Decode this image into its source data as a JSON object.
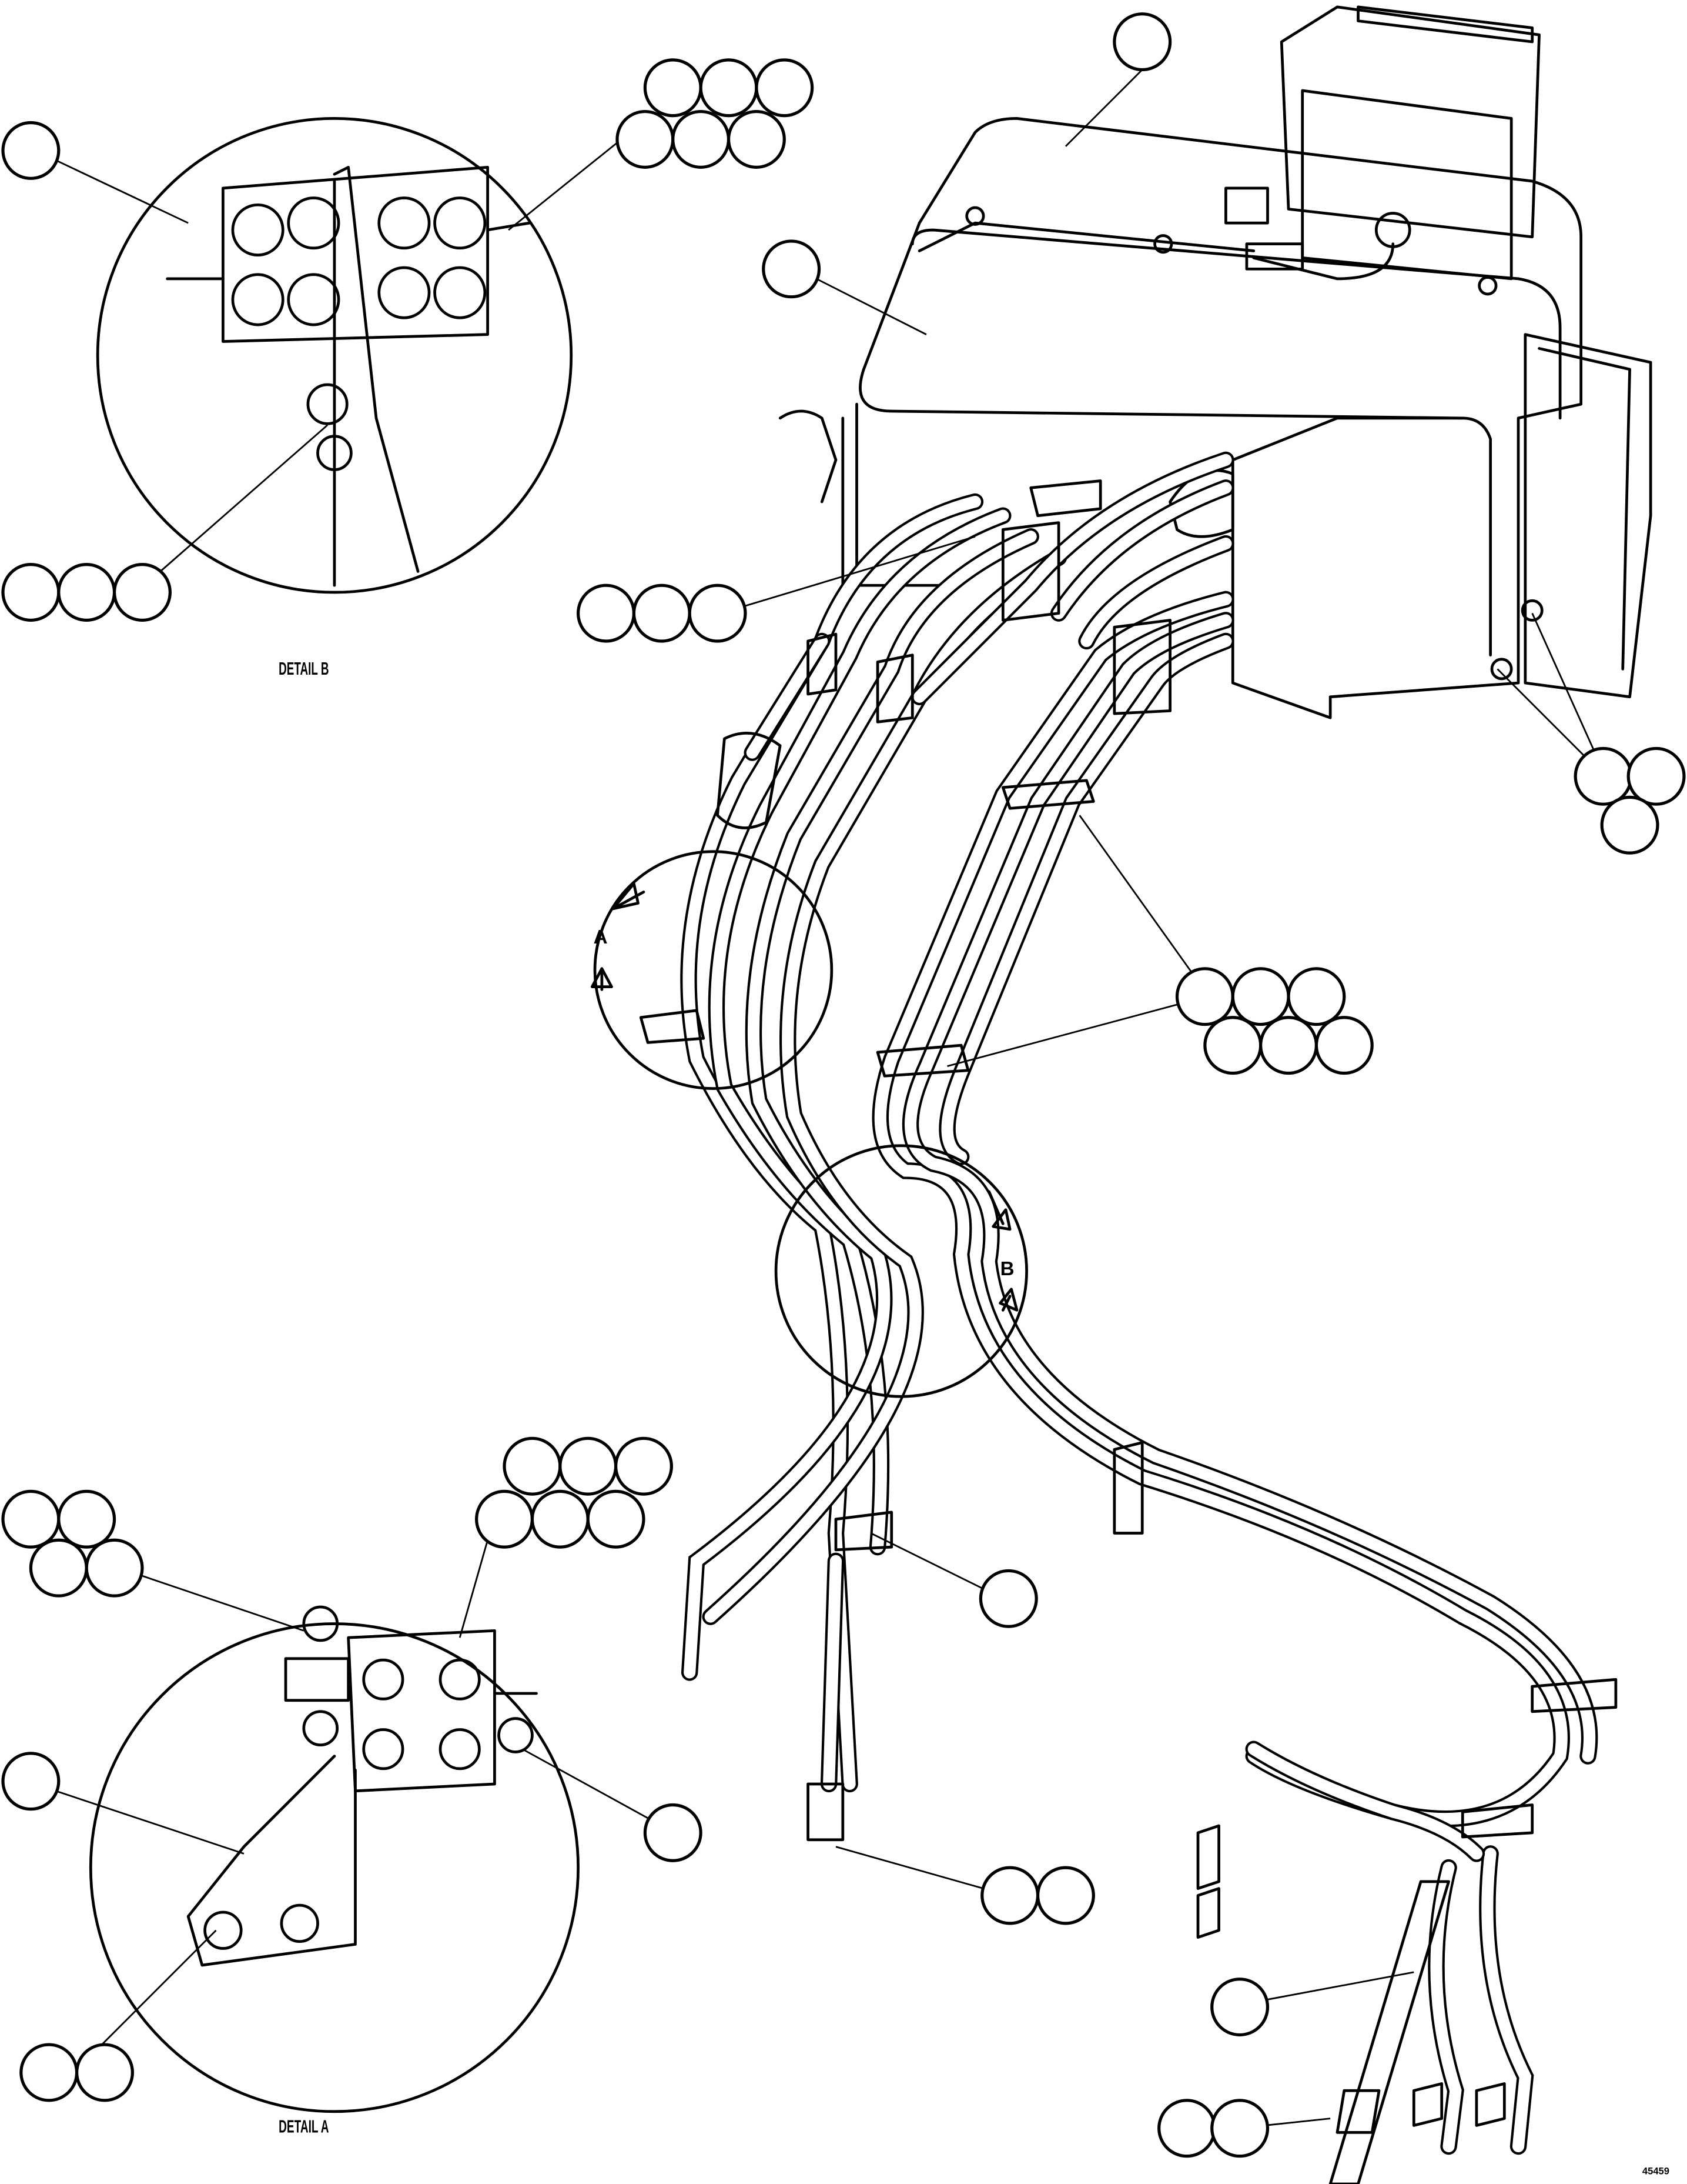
{
  "drawing": {
    "detail_b_label": "DETAIL B",
    "detail_a_label": "DETAIL A",
    "view_a_marker": "A",
    "view_b_marker": "B",
    "drawing_number": "45459"
  },
  "colors": {
    "line": "#000000",
    "background": "#ffffff"
  }
}
